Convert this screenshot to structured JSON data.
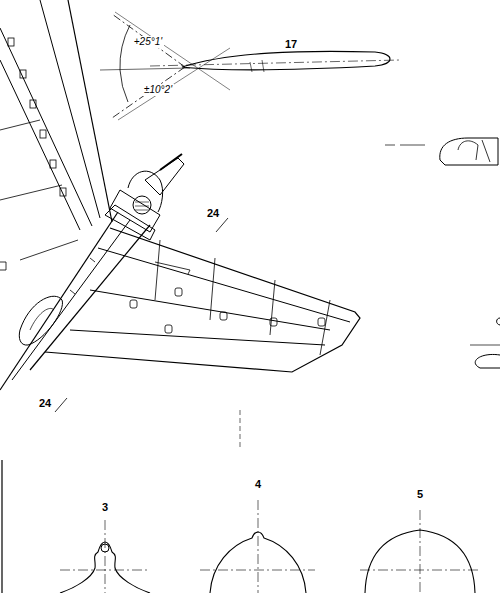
{
  "diagram": {
    "labels": [
      "17",
      "+25°1'",
      "±10°2'",
      "24",
      "24",
      "3",
      "4",
      "5"
    ]
  }
}
